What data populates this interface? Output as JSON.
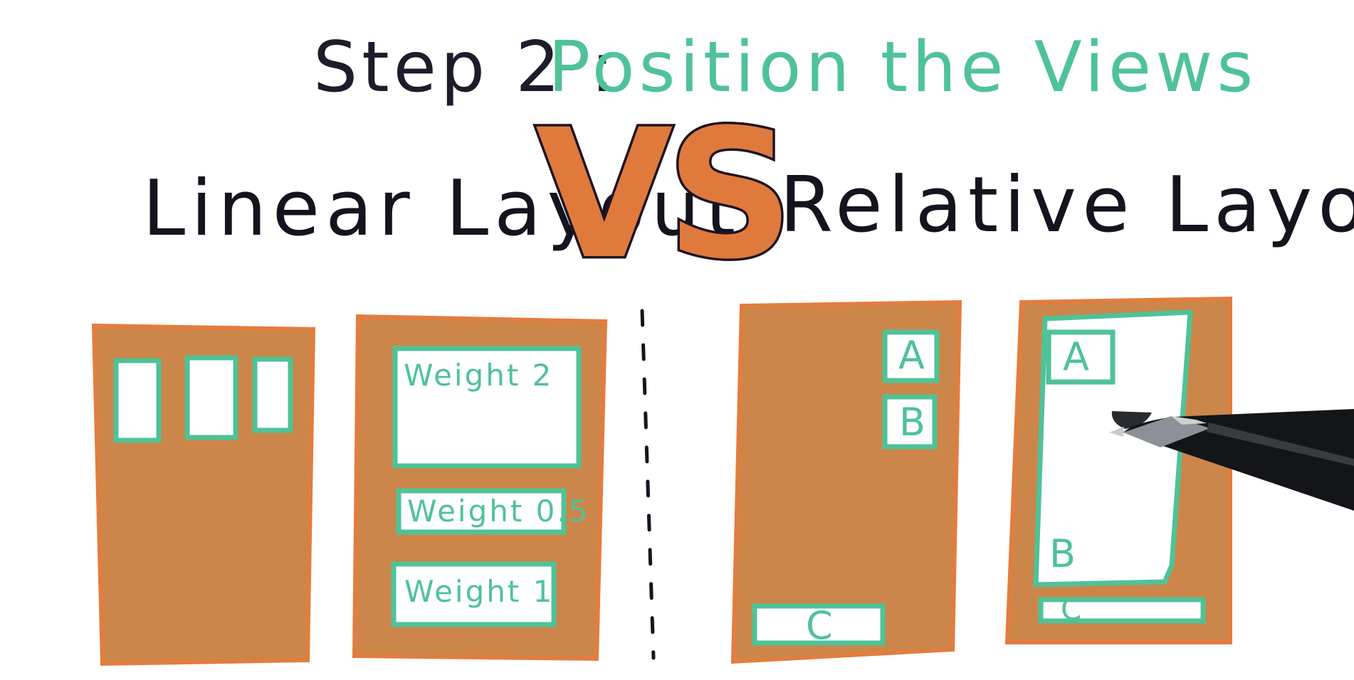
{
  "title": {
    "step": "Step 2 :",
    "subtitle": "Position the Views"
  },
  "comparison": {
    "left_label": "Linear Layout",
    "vs_label": "VS",
    "right_label": "Relative Layout"
  },
  "linear_layout_examples": {
    "weights": [
      {
        "label": "Weight 2"
      },
      {
        "label": "Weight 0.5"
      },
      {
        "label": "Weight 1"
      }
    ]
  },
  "relative_layout_examples": {
    "first": {
      "a": "A",
      "b": "B",
      "c": "C"
    },
    "second": {
      "a": "A",
      "b": "B",
      "c": "C"
    }
  },
  "colors": {
    "phone_fill": "#cc8649",
    "phone_outline": "#e27d3f",
    "view_outline": "#4fc298",
    "ink": "#1c1c2a",
    "vs_fill": "#e07a3c"
  }
}
